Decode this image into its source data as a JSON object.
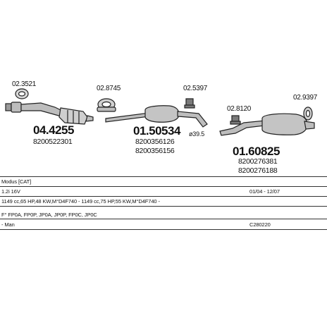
{
  "parts": {
    "part1": {
      "ring_code": "02.3521",
      "number": "04.4255",
      "oem": "8200522301"
    },
    "part2": {
      "clamp_code": "02.8745",
      "hanger_code": "02.5397",
      "number": "01.50534",
      "oem1": "8200356126",
      "oem2": "8200356156",
      "diameter": "ø39.5"
    },
    "part3": {
      "hanger_code": "02.8120",
      "clamp_code": "02.9397",
      "number": "01.60825",
      "oem1": "8200276381",
      "oem2": "8200276188"
    }
  },
  "info_rows": [
    {
      "left": "Modus  [CAT]",
      "right": ""
    },
    {
      "left": "1.2i 16V",
      "right": "01/04 - 12/07"
    },
    {
      "left": "1149 cc,65 HP,48 KW,M°D4F740 - 1149 cc,75 HP,55 KW,M°D4F740 -",
      "right": ""
    },
    {
      "left": "F° FP0A, FP0P, JP0A, JP0P, FP0C, JP0C",
      "right": ""
    },
    {
      "left": "- Man",
      "right": "C280220"
    }
  ],
  "colors": {
    "line": "#222222",
    "fill": "#bdbdbd",
    "fill_dark": "#7a7a7a"
  }
}
